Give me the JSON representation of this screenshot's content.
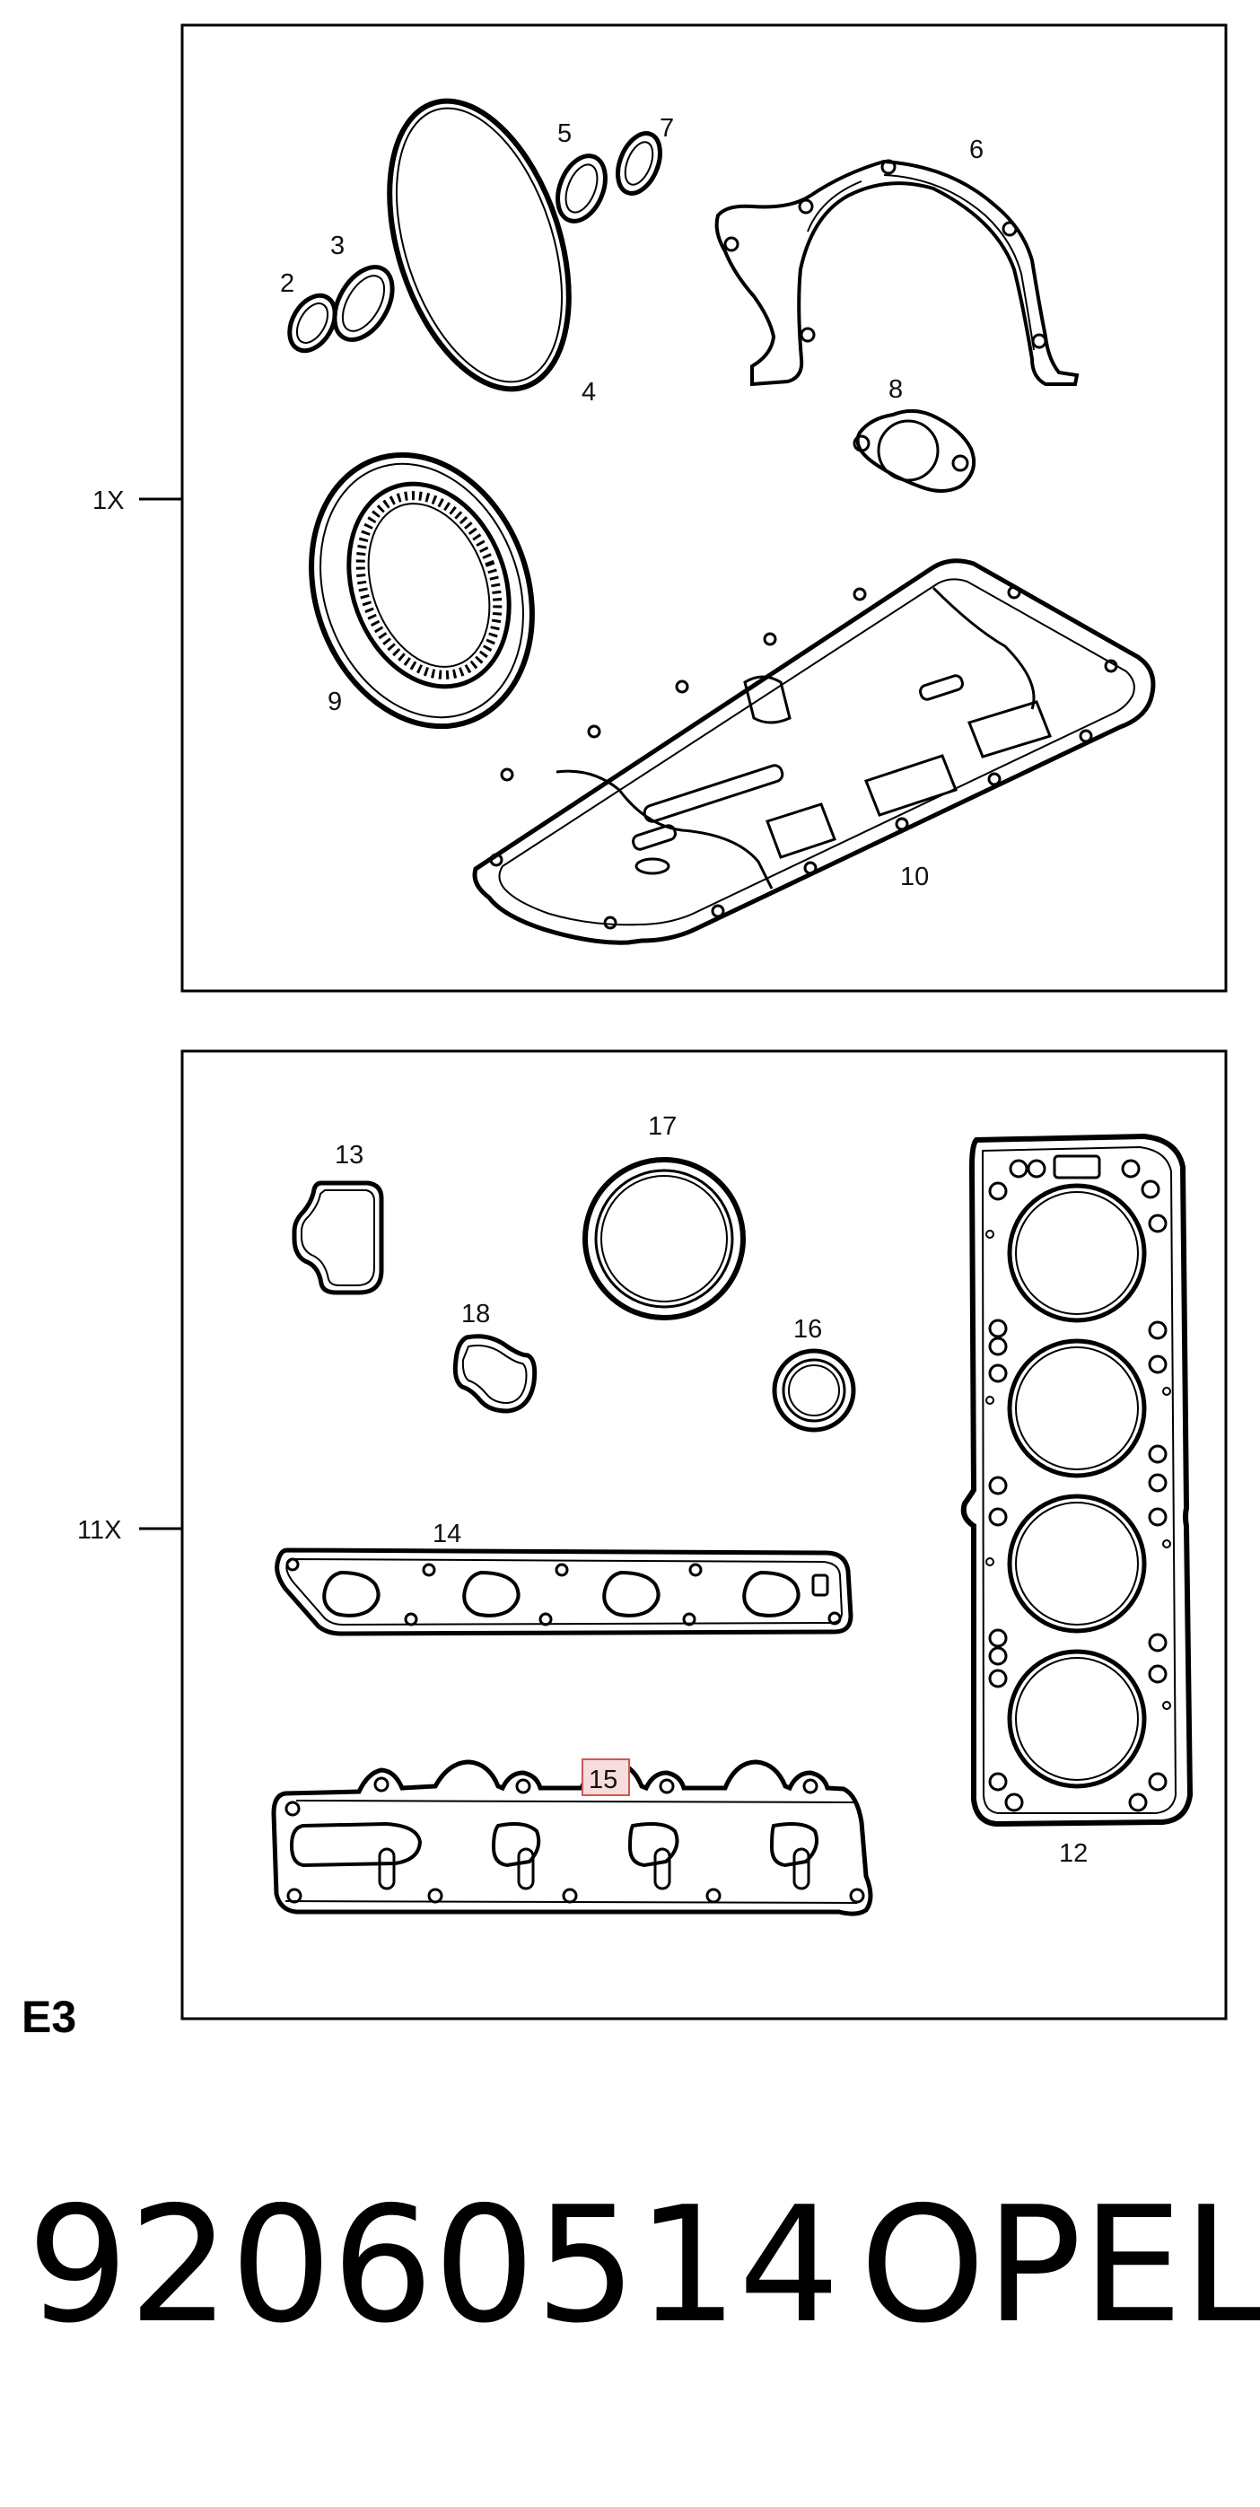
{
  "section_label": "E3",
  "part_number": "92060514",
  "brand": "OPEL",
  "upper_set": {
    "quantity_label": "1X"
  },
  "lower_set": {
    "quantity_label": "11X"
  },
  "callouts": {
    "p2": "2",
    "p3": "3",
    "p4": "4",
    "p5": "5",
    "p6": "6",
    "p7": "7",
    "p8": "8",
    "p9": "9",
    "p10": "10",
    "p12": "12",
    "p13": "13",
    "p14": "14",
    "p15": "15",
    "p16": "16",
    "p17": "17",
    "p18": "18"
  },
  "highlight_color": "#d9534f"
}
